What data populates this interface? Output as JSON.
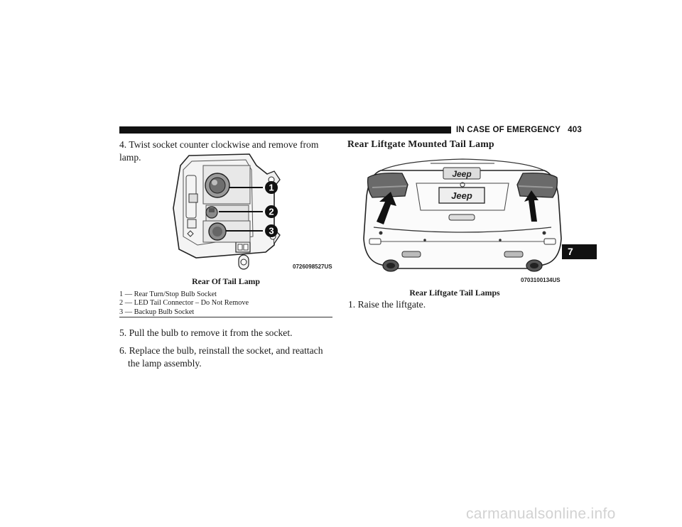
{
  "header": {
    "section": "IN CASE OF EMERGENCY",
    "page_number": "403"
  },
  "left": {
    "step4": "4. Twist socket counter clockwise and remove from lamp.",
    "figure1": {
      "callouts": [
        "1",
        "2",
        "3"
      ],
      "code": "0726098527US",
      "caption": "Rear Of Tail Lamp"
    },
    "legend": [
      "1 — Rear Turn/Stop Bulb Socket",
      "2 — LED Tail Connector – Do Not Remove",
      "3 — Backup Bulb Socket"
    ],
    "step5": "5. Pull the bulb to remove it from the socket.",
    "step6": "6. Replace the bulb, reinstall the socket, and reattach the lamp assembly."
  },
  "right": {
    "heading": "Rear Liftgate Mounted Tail Lamp",
    "figure2": {
      "badge_text": "Jeep",
      "code": "0703100134US",
      "caption": "Rear Liftgate Tail Lamps"
    },
    "step1": "1. Raise the liftgate."
  },
  "chapter_tab": "7",
  "footer_url": "carmanualsonline.info"
}
